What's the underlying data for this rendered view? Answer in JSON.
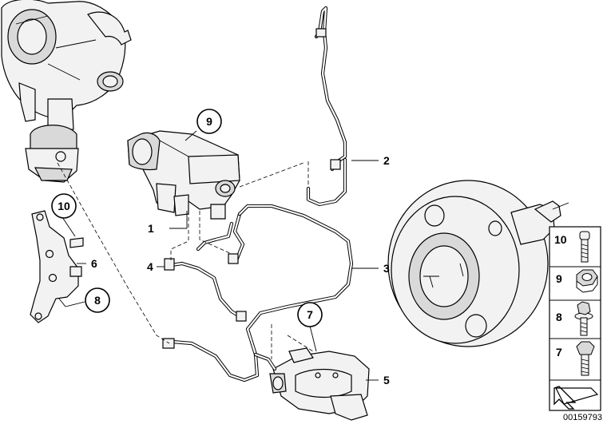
{
  "callouts": {
    "c1": "1",
    "c2": "2",
    "c3": "3",
    "c4": "4",
    "c5": "5",
    "c6": "6",
    "c7": "7",
    "c8": "8",
    "c9": "9",
    "c10": "10"
  },
  "legend": {
    "items": [
      {
        "number": "10",
        "icon": "bolt-icon"
      },
      {
        "number": "9",
        "icon": "hex-nut-icon"
      },
      {
        "number": "8",
        "icon": "hex-flange-bolt-icon"
      },
      {
        "number": "7",
        "icon": "hex-bolt-icon"
      }
    ],
    "arrow_icon": "assembly-arrow-icon"
  },
  "document_number": "00159793"
}
